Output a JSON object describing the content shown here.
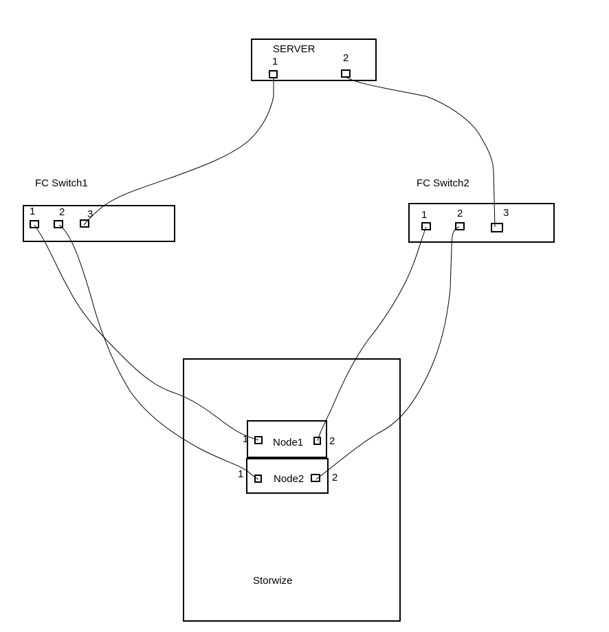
{
  "server": {
    "label": "SERVER",
    "ports": [
      "1",
      "2"
    ]
  },
  "switch1": {
    "label": "FC Switch1",
    "ports": [
      "1",
      "2",
      "3"
    ]
  },
  "switch2": {
    "label": "FC Switch2",
    "ports": [
      "1",
      "2",
      "3"
    ]
  },
  "storage": {
    "label": "Storwize"
  },
  "node1": {
    "label": "Node1",
    "ports": [
      "1",
      "2"
    ]
  },
  "node2": {
    "label": "Node2",
    "ports": [
      "1",
      "2"
    ]
  },
  "connections": [
    {
      "from": "SERVER port 1",
      "to": "FC Switch1 port 3"
    },
    {
      "from": "SERVER port 2",
      "to": "FC Switch2 port 3"
    },
    {
      "from": "FC Switch1 port 1",
      "to": "Node1 port 1"
    },
    {
      "from": "FC Switch1 port 2",
      "to": "Node2 port 1"
    },
    {
      "from": "FC Switch2 port 1",
      "to": "Node1 port 2"
    },
    {
      "from": "FC Switch2 port 2",
      "to": "Node2 port 2"
    }
  ]
}
